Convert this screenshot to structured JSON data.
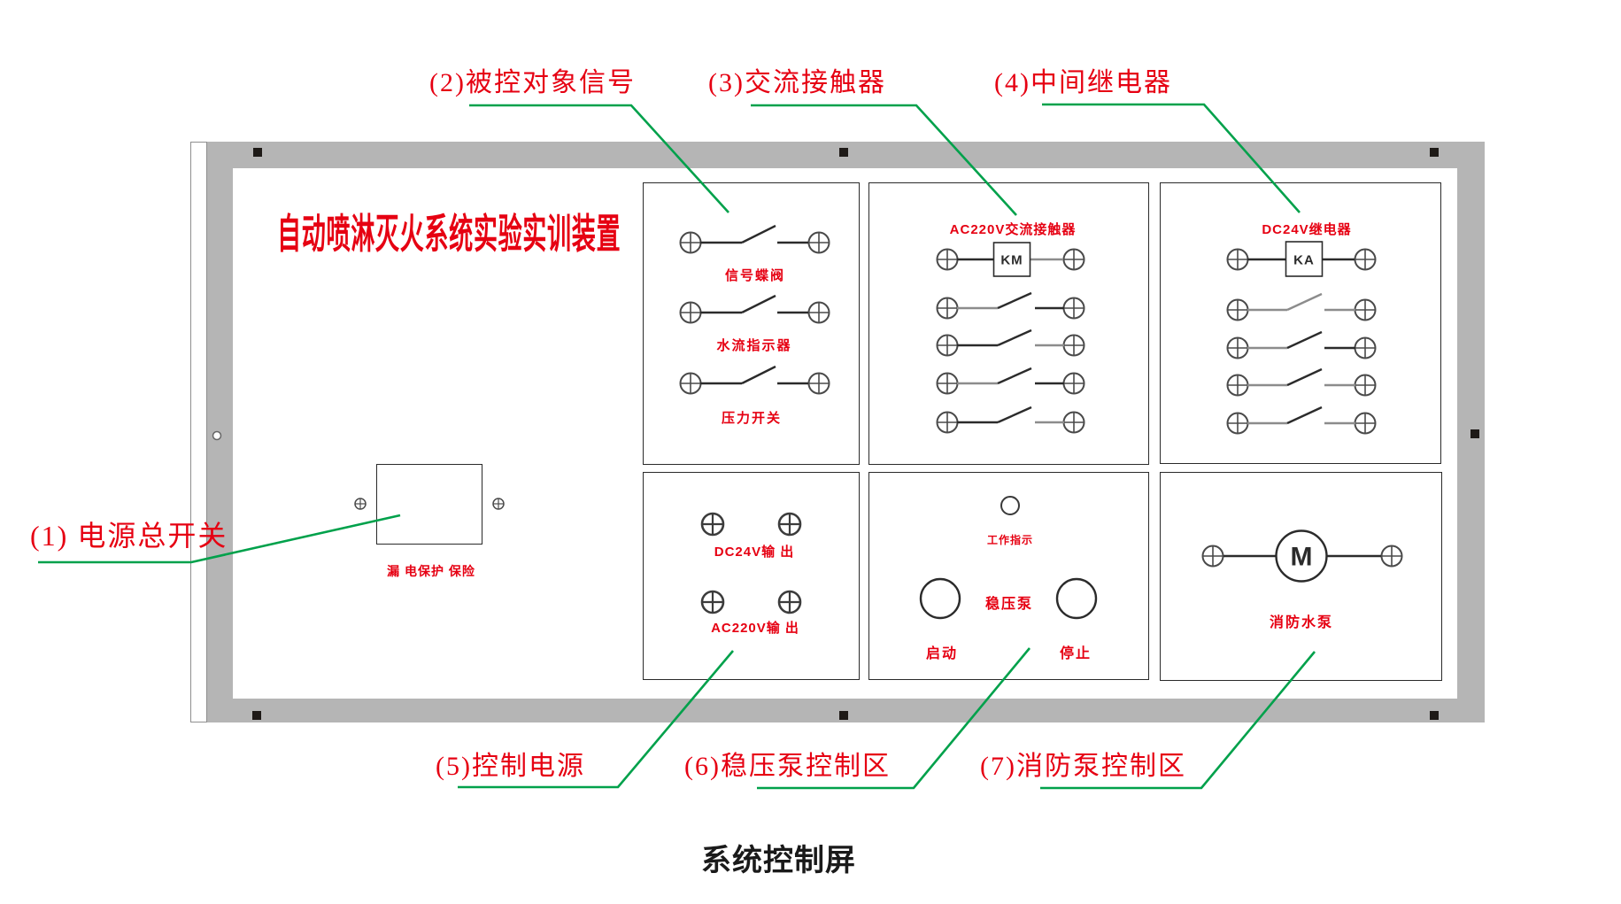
{
  "colors": {
    "label_red": "#e60012",
    "leader_green": "#00a14b",
    "frame_gray": "#b5b5b5",
    "ink": "#2b2b2b"
  },
  "title": "自动喷淋灭火系统实验实训装置",
  "caption": "系统控制屏",
  "callouts": {
    "c1": "(1) 电源总开关",
    "c2": "(2)被控对象信号",
    "c3": "(3)交流接触器",
    "c4": "(4)中间继电器",
    "c5": "(5)控制电源",
    "c6": "(6)稳压泵控制区",
    "c7": "(7)消防泵控制区"
  },
  "breaker": {
    "label": "漏 电保护 保险"
  },
  "signal_panel": {
    "switch_labels": [
      "信号蝶阀",
      "水流指示器",
      "压力开关"
    ]
  },
  "contactor_panel": {
    "title": "AC220V交流接触器",
    "coil_label": "KM"
  },
  "relay_panel": {
    "title": "DC24V继电器",
    "coil_label": "KA"
  },
  "power_panel": {
    "dc_label": "DC24V输 出",
    "ac_label": "AC220V输 出"
  },
  "pump_panel": {
    "indicator_label": "工作指示",
    "pump_label": "稳压泵",
    "start_label": "启动",
    "stop_label": "停止"
  },
  "fire_pump_panel": {
    "motor_letter": "M",
    "label": "消防水泵"
  }
}
